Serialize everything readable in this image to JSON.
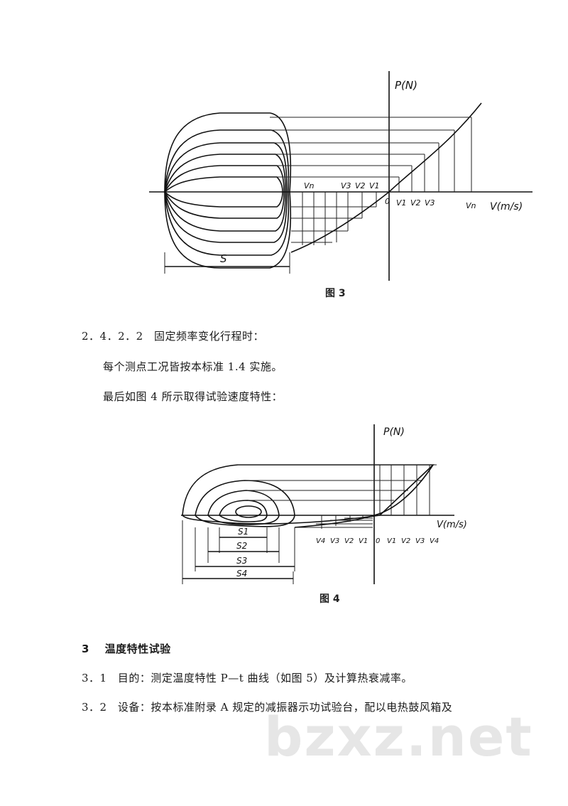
{
  "figure3": {
    "y_axis_label": "P(N)",
    "x_axis_label": "V(m/s)",
    "neg_labels": [
      "Vn",
      "V3",
      "V2",
      "V1"
    ],
    "origin_label": "0",
    "pos_labels": [
      "V1",
      "V2",
      "V3",
      "Vn"
    ],
    "stroke_label": "S",
    "caption": "图 3"
  },
  "section_2422": {
    "number": "2．4．2．2",
    "title": "固定频率变化行程时：",
    "para1": "每个测点工况皆按本标准 1.4 实施。",
    "para2": "最后如图 4 所示取得试验速度特性："
  },
  "figure4": {
    "y_axis_label": "P(N)",
    "x_axis_label": "V(m/s)",
    "neg_labels": [
      "V4",
      "V3",
      "V2",
      "V1"
    ],
    "origin_label": "0",
    "pos_labels": [
      "V1",
      "V2",
      "V3",
      "V4"
    ],
    "stroke_labels": [
      "S1",
      "S2",
      "S3",
      "S4"
    ],
    "caption": "图 4"
  },
  "section3": {
    "number": "3",
    "title": "温度特性试验",
    "item1_number": "3．1",
    "item1_text": "目的：测定温度特性 P—t 曲线（如图 5）及计算热衰减率。",
    "item2_number": "3．2",
    "item2_text": "设备：按本标准附录 A 规定的减振器示功试验台，配以电热鼓风箱及"
  },
  "watermark": "bzxz.net"
}
